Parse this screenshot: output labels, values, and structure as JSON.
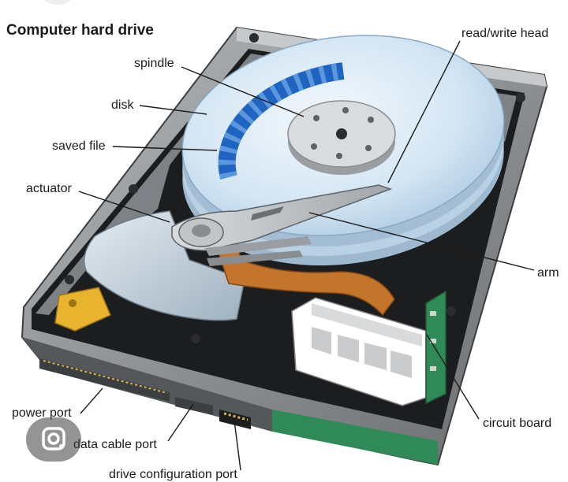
{
  "title": "Computer hard drive",
  "labels": {
    "read_write_head": "read/write head",
    "spindle": "spindle",
    "disk": "disk",
    "saved_file": "saved file",
    "actuator": "actuator",
    "arm": "arm",
    "circuit_board": "circuit board",
    "power_port": "power port",
    "data_cable_port": "data cable port",
    "drive_configuration_port": "drive configuration port"
  },
  "colors": {
    "casing": "#8a8d90",
    "casing_dark": "#3c3f42",
    "platter": "#c9dff0",
    "saved_file": "#1f64c0",
    "ribbon": "#c4752c",
    "connector": "#ffffff",
    "circuit_board": "#2f8a57",
    "magnet": "#e9b42d"
  },
  "icons": {
    "lens": "google-lens-icon"
  }
}
